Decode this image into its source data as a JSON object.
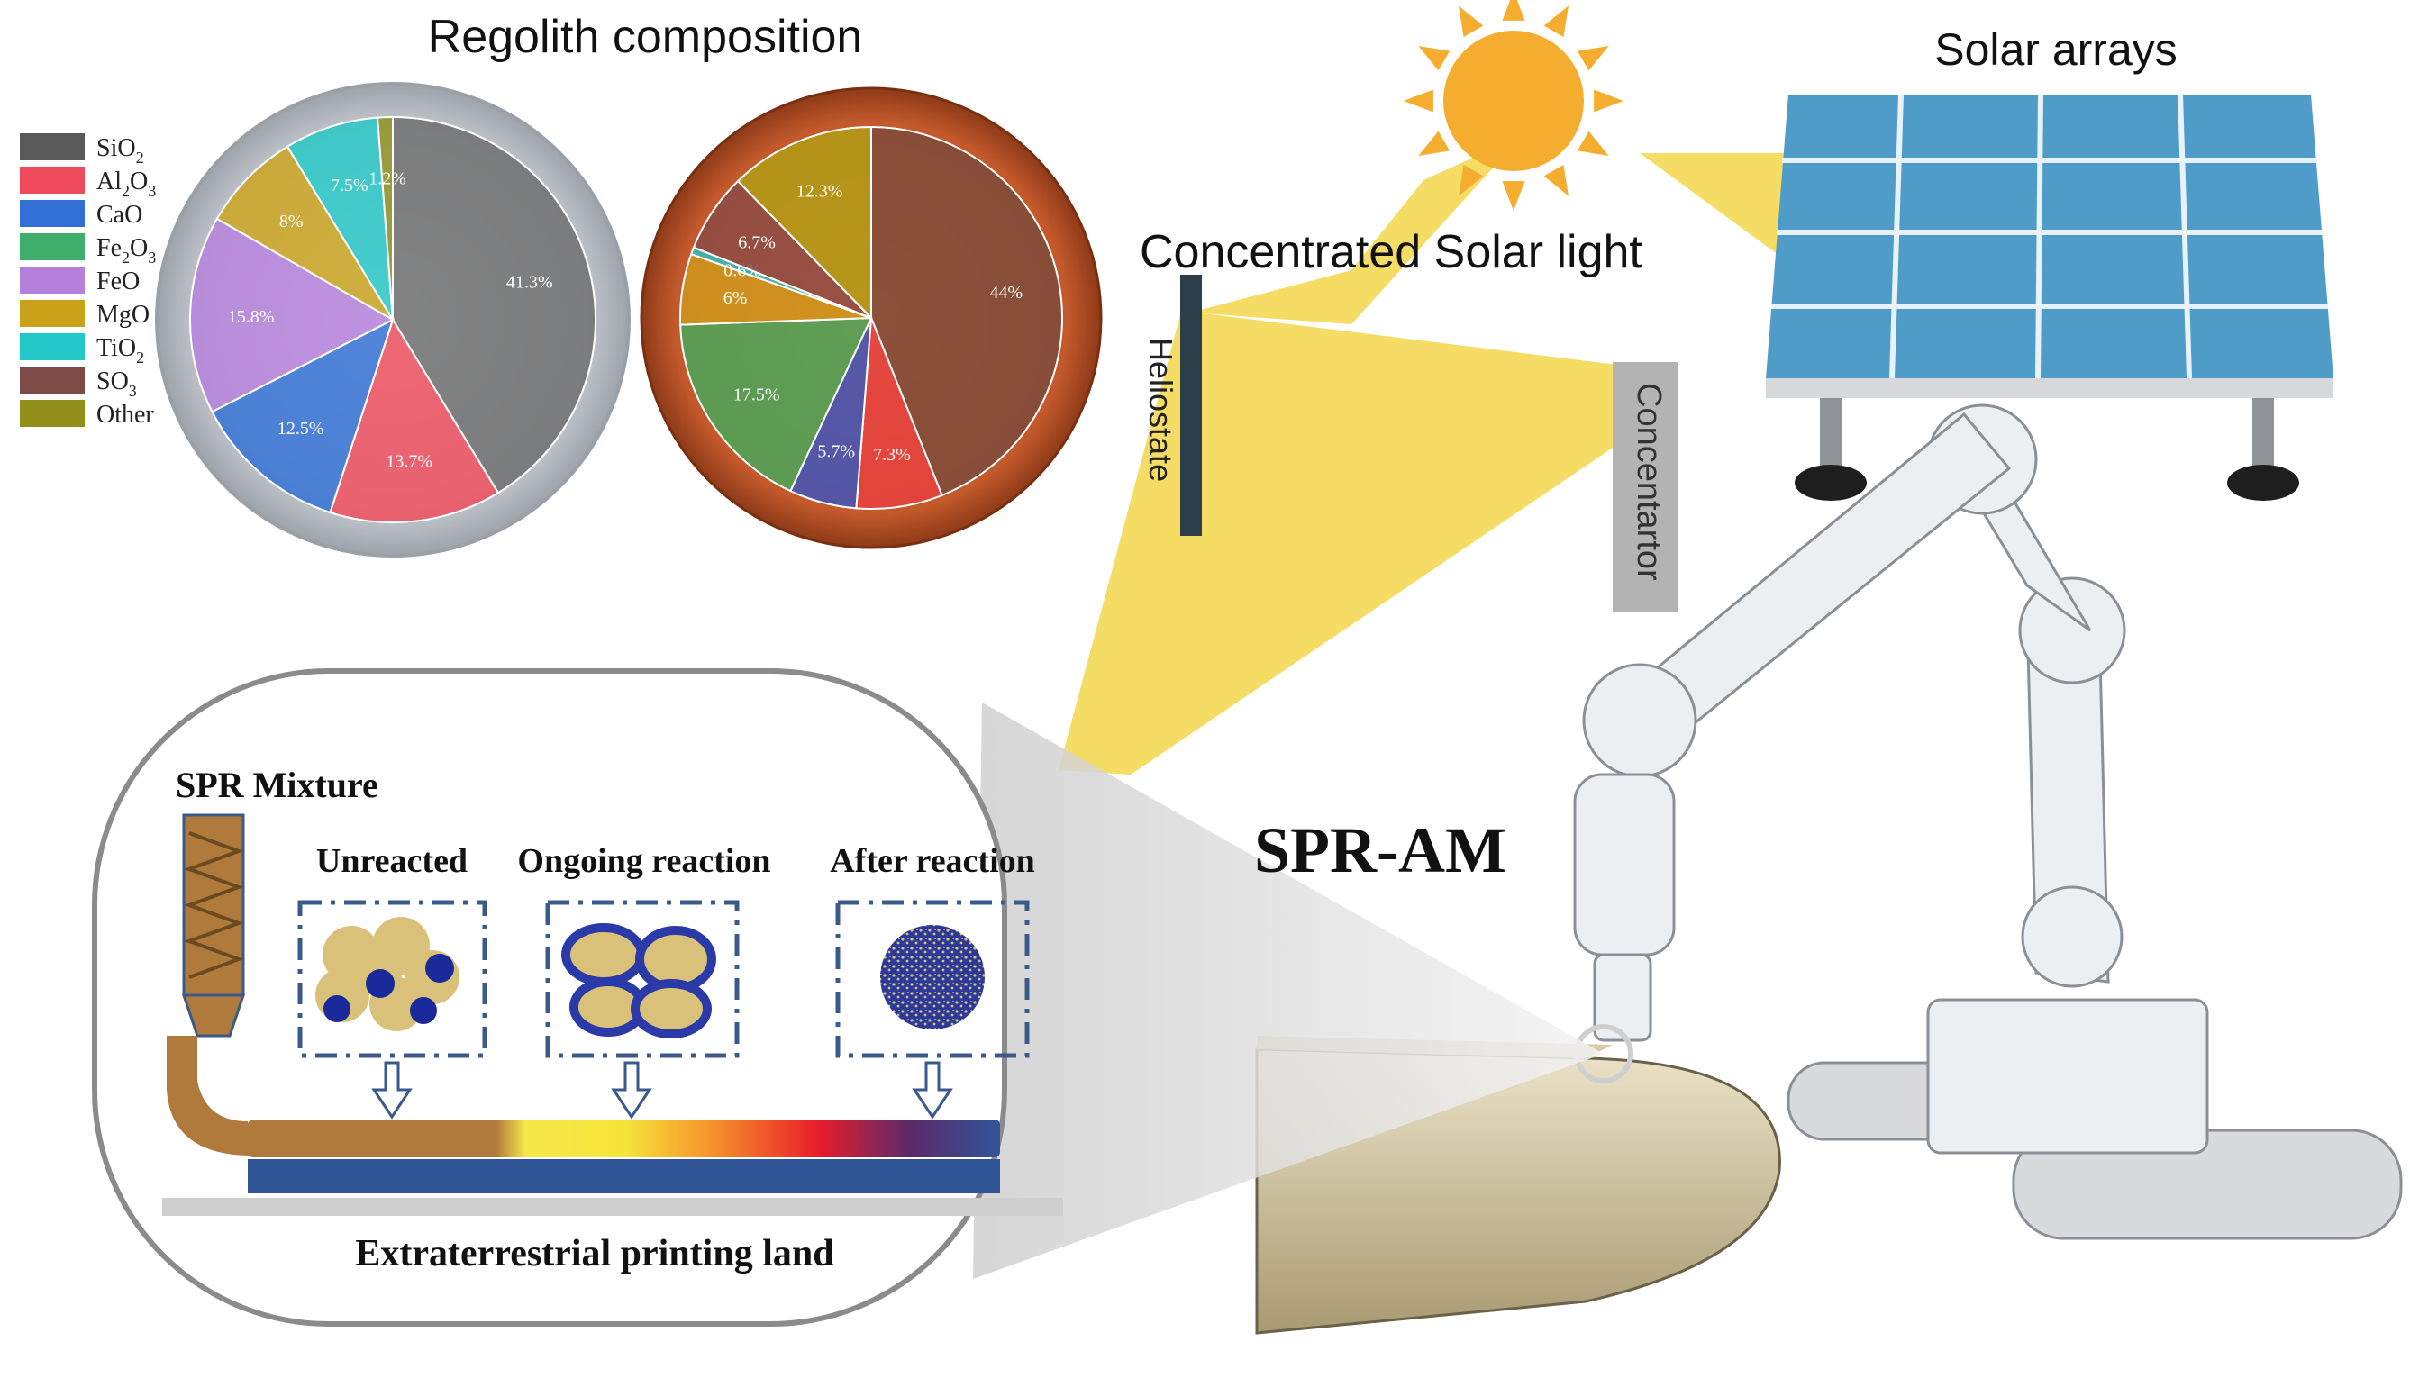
{
  "title": "Regolith composition",
  "legend": [
    {
      "base": "SiO",
      "sub": "2",
      "rest": "",
      "color": "#595959"
    },
    {
      "base": "Al",
      "sub": "2",
      "rest": "O",
      "sub2": "3",
      "color": "#ef4b5a"
    },
    {
      "base": "CaO",
      "sub": "",
      "rest": "",
      "color": "#2f6fd6"
    },
    {
      "base": "Fe",
      "sub": "2",
      "rest": "O",
      "sub2": "3",
      "color": "#3fae6a"
    },
    {
      "base": "FeO",
      "sub": "",
      "rest": "",
      "color": "#b57fdc"
    },
    {
      "base": "MgO",
      "sub": "",
      "rest": "",
      "color": "#c9a21a"
    },
    {
      "base": "TiO",
      "sub": "2",
      "rest": "",
      "color": "#22c7c7"
    },
    {
      "base": "SO",
      "sub": "3",
      "rest": "",
      "color": "#7e4a45"
    },
    {
      "base": "Other",
      "sub": "",
      "rest": "",
      "color": "#8f8f1a"
    }
  ],
  "chart_data": [
    {
      "type": "pie",
      "categories": [
        "SiO2",
        "Al2O3",
        "CaO",
        "FeO",
        "MgO",
        "TiO2",
        "Other"
      ],
      "values": [
        41.3,
        13.7,
        12.5,
        15.8,
        8,
        7.5,
        1.2
      ],
      "labels": [
        "41.3%",
        "13.7%",
        "12.5%",
        "15.8%",
        "8%",
        "7.5%",
        "1.2%"
      ],
      "colors": [
        "#6b6b6b",
        "#ef4b5a",
        "#2f6fd6",
        "#b57fdc",
        "#c9a21a",
        "#22c7c7",
        "#8f8f1a"
      ]
    },
    {
      "type": "pie",
      "categories": [
        "SiO2",
        "Al2O3",
        "CaO",
        "Fe2O3",
        "MgO",
        "TiO2",
        "SO3",
        "Other"
      ],
      "values": [
        44,
        7.3,
        5.7,
        17.5,
        6,
        0.6,
        6.7,
        12.3
      ],
      "labels": [
        "44%",
        "7.3%",
        "5.7%",
        "17.5%",
        "6%",
        "0.6%",
        "6.7%",
        "12.3%"
      ],
      "colors": [
        "#7a4a3a",
        "#e84040",
        "#3a55c0",
        "#45a85a",
        "#d09a1c",
        "#2ac0c0",
        "#8a4a45",
        "#b0a014"
      ]
    }
  ],
  "labels": {
    "solar_arrays": "Solar arrays",
    "concentrated": "Concentrated Solar light",
    "heliostate": "Heliostate",
    "concentrator": "Concentartor",
    "spr_am": "SPR-AM",
    "spr_mixture": "SPR Mixture",
    "unreacted": "Unreacted",
    "ongoing": "Ongoing reaction",
    "after": "After reaction",
    "land": "Extraterrestrial printing land"
  },
  "colors": {
    "beam": "#f2d64a",
    "panel": "#4f9cc8",
    "sun": "#f5ad2f",
    "sun_ray": "#f5ad2f",
    "dashed_box": "#3a5a8c",
    "substrate": "#2f5597",
    "feed": "#b07a3c"
  }
}
